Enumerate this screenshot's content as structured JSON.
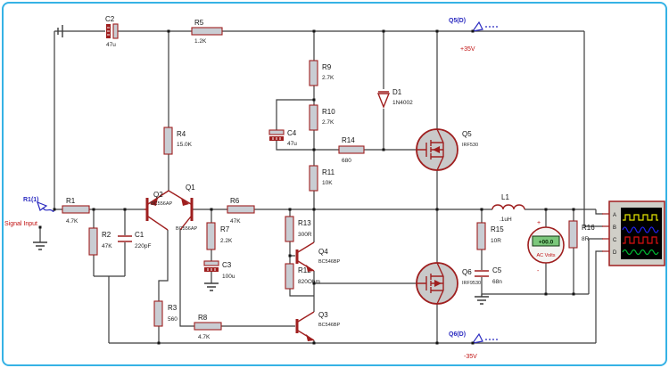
{
  "probes": {
    "input": {
      "label": "R1(1)",
      "caption": "Signal Input"
    },
    "top": {
      "label": "Q5(D)",
      "voltage": "+35V"
    },
    "bottom": {
      "label": "Q6(D)",
      "voltage": "-35V"
    }
  },
  "components": {
    "c2": {
      "ref": "C2",
      "value": "47u"
    },
    "r5": {
      "ref": "R5",
      "value": "1.2K"
    },
    "r4": {
      "ref": "R4",
      "value": "15.0K"
    },
    "r9": {
      "ref": "R9",
      "value": "2.7K"
    },
    "r10": {
      "ref": "R10",
      "value": "2.7K"
    },
    "c4": {
      "ref": "C4",
      "value": "47u"
    },
    "d1": {
      "ref": "D1",
      "value": "1N4002"
    },
    "r14": {
      "ref": "R14",
      "value": "680"
    },
    "q5": {
      "ref": "Q5",
      "value": "IRF530"
    },
    "r11": {
      "ref": "R11",
      "value": "10K"
    },
    "r1": {
      "ref": "R1",
      "value": "4.7K"
    },
    "r2": {
      "ref": "R2",
      "value": "47K"
    },
    "c1": {
      "ref": "C1",
      "value": "220pF"
    },
    "q2": {
      "ref": "Q2",
      "value": "BC556AP"
    },
    "q1": {
      "ref": "Q1",
      "value": "BC556AP"
    },
    "r6": {
      "ref": "R6",
      "value": "47K"
    },
    "r7": {
      "ref": "R7",
      "value": "2.2K"
    },
    "c3": {
      "ref": "C3",
      "value": "100u"
    },
    "r13": {
      "ref": "R13",
      "value": "300R"
    },
    "q4": {
      "ref": "Q4",
      "value": "BC546BP"
    },
    "r12": {
      "ref": "R12",
      "value": "820Ohm"
    },
    "q3": {
      "ref": "Q3",
      "value": "BC546BP"
    },
    "r3": {
      "ref": "R3",
      "value": "560"
    },
    "r8": {
      "ref": "R8",
      "value": "4.7K"
    },
    "q6": {
      "ref": "Q6",
      "value": "IRF9530"
    },
    "c5": {
      "ref": "C5",
      "value": "68n"
    },
    "r15": {
      "ref": "R15",
      "value": "10R"
    },
    "l1": {
      "ref": "L1",
      "value": ".1uH"
    },
    "r16": {
      "ref": "R16",
      "value": "8R"
    }
  },
  "meter": {
    "display": "+00.0",
    "label": "AC Volts"
  },
  "scope": {
    "channels": [
      "A",
      "B",
      "C",
      "D"
    ]
  },
  "colors": {
    "frame": "#35b2e5",
    "wire": "#3c3c3c",
    "component": "#9f1f1f",
    "probe": "#2a2ac0",
    "annotation": "#c01010",
    "trace_a": "#e6e600",
    "trace_b": "#2222ee",
    "trace_c": "#dd1111",
    "trace_d": "#00bb33"
  }
}
